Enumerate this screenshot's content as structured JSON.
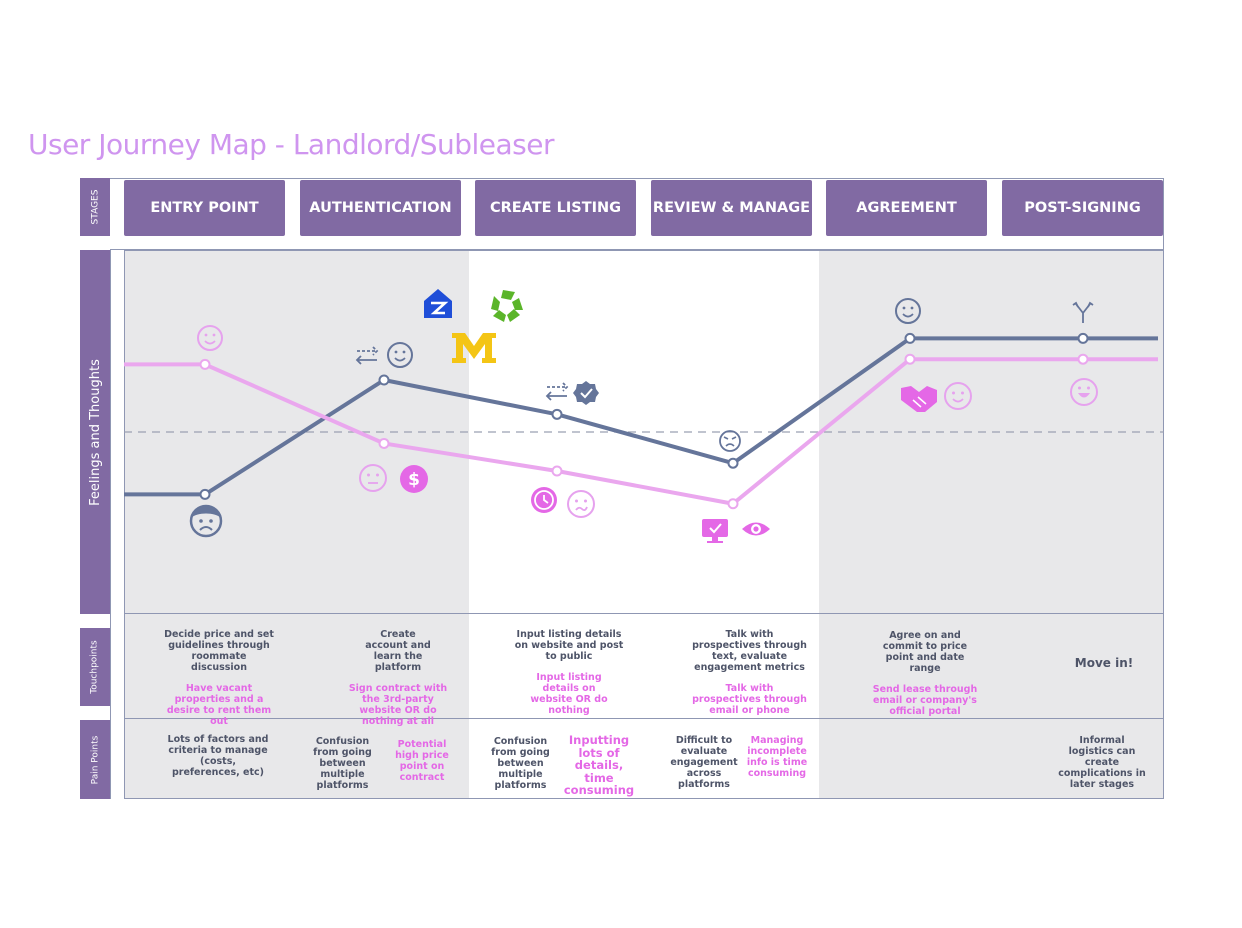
{
  "title": "User Journey Map - Landlord/Subleaser",
  "row_labels": {
    "stages": "STAGES",
    "feelings": "Feelings and Thoughts",
    "touchpoints": "Touchpoints",
    "pain_points": "Pain Points"
  },
  "stages": [
    "ENTRY POINT",
    "AUTHENTICATION",
    "CREATE LISTING",
    "REVIEW & MANAGE",
    "AGREEMENT",
    "POST-SIGNING"
  ],
  "colors": {
    "title": "#cf95ef",
    "stage_fill": "#816aa3",
    "dark_line": "#65759a",
    "pink_line": "#eaa7ee",
    "dark_text": "#4e5468",
    "pink_text": "#e468e6",
    "band": "#e8e8ea"
  },
  "touchpoints": [
    {
      "doing": "Decide price and set guidelines through roommate discussion",
      "alt": "Have vacant properties and a desire to rent them out"
    },
    {
      "doing": "Create account and learn the platform",
      "alt": "Sign contract with the 3rd-party website OR do nothing at all"
    },
    {
      "doing": "Input listing details on website and post to public",
      "alt": "Input listing details on website OR do nothing"
    },
    {
      "doing": "Talk with prospectives through text, evaluate engagement metrics",
      "alt": "Talk with prospectives through email or phone"
    },
    {
      "doing": "Agree on and commit to price point and date range",
      "alt": "Send lease through email or company's official portal"
    },
    {
      "doing": "Move in!",
      "alt": ""
    }
  ],
  "pain_points": {
    "entry": "Lots of factors and criteria to manage (costs, preferences, etc)",
    "auth_dark": "Confusion from going between multiple platforms",
    "auth_pink": "Potential high price point on contract",
    "listing_dark": "Confusion from going between multiple platforms",
    "listing_pink": "Inputting lots of details, time consuming",
    "review_dark": "Difficult to evaluate engagement across platforms",
    "review_pink": "Managing incomplete info is time consuming",
    "post": "Informal logistics can create complications in later stages"
  },
  "chart_data": {
    "type": "line",
    "categories": [
      "ENTRY POINT",
      "AUTHENTICATION",
      "CREATE LISTING",
      "REVIEW & MANAGE",
      "AGREEMENT",
      "POST-SIGNING"
    ],
    "series": [
      {
        "color": "#65759a",
        "values": [
          -1.2,
          1.0,
          0.34,
          -0.6,
          1.8,
          1.8
        ]
      },
      {
        "color": "#eaa7ee",
        "values": [
          1.3,
          -0.22,
          -0.75,
          -1.38,
          1.4,
          1.4
        ]
      }
    ],
    "ylim": [
      -3.5,
      3.5
    ],
    "baseline": 0,
    "grid": false
  },
  "icons": {
    "entry_dark": "sad-face-icon",
    "entry_pink": "smile-face-icon",
    "auth_dark": [
      "transfer-arrows-icon",
      "smile-face-icon"
    ],
    "auth_pink": [
      "neutral-face-icon",
      "dollar-icon"
    ],
    "auth_logos": [
      "zillow-logo-icon",
      "umich-block-m-logo-icon",
      "recycle-logo-icon"
    ],
    "listing_dark": [
      "transfer-arrows-icon",
      "verified-badge-icon"
    ],
    "listing_pink": [
      "clock-icon",
      "uneasy-face-icon"
    ],
    "review_dark": "angry-face-icon",
    "review_pink": [
      "monitor-check-icon",
      "eye-icon"
    ],
    "agreement_dark": "smile-face-icon",
    "agreement_pink": [
      "handshake-icon",
      "smile-face-icon"
    ],
    "post_dark": "split-arrow-icon",
    "post_pink": "grin-face-icon"
  }
}
